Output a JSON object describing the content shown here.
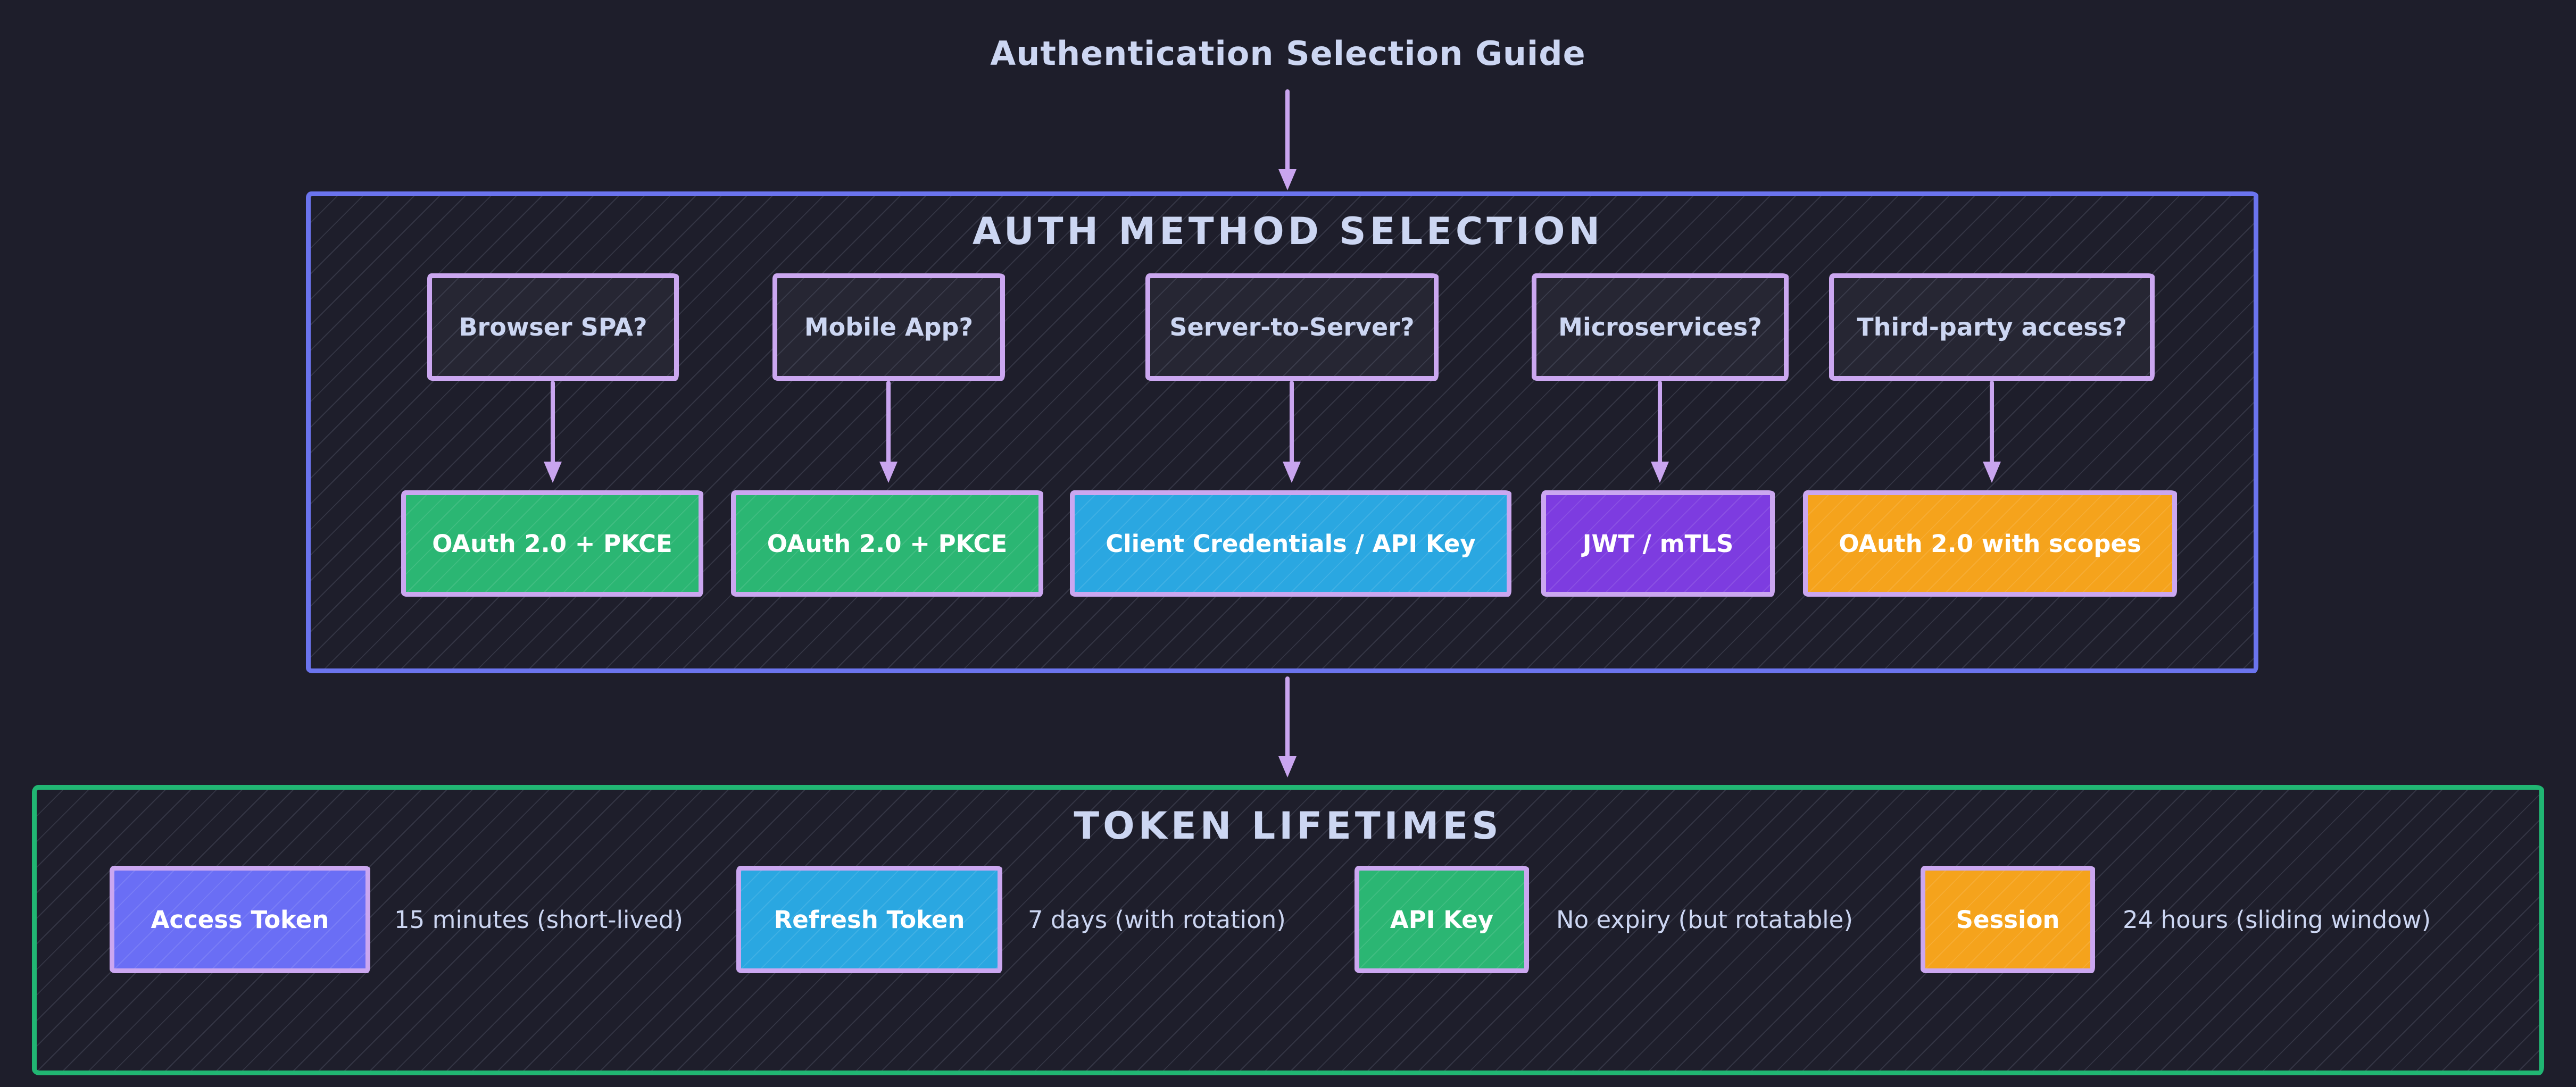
{
  "title": "Authentication Selection Guide",
  "colors": {
    "background": "#1e1e2b",
    "text": "#ccd6f2",
    "arrow": "#c9a5ef",
    "auth_box_border": "#6b74ee",
    "node_border": "#cba7f0",
    "question_fill": "#262633",
    "lifetimes_box_border": "#21b673",
    "green": "#2bb673",
    "blue": "#2aa7e1",
    "purple": "#7d3ce0",
    "orange": "#f5a31c",
    "indigo": "#6a6ef5"
  },
  "auth_section": {
    "header": "AUTH METHOD SELECTION",
    "decisions": [
      {
        "question": "Browser SPA?",
        "answer": "OAuth 2.0 + PKCE",
        "color": "#2bb673"
      },
      {
        "question": "Mobile App?",
        "answer": "OAuth 2.0 + PKCE",
        "color": "#2bb673"
      },
      {
        "question": "Server-to-Server?",
        "answer": "Client Credentials / API Key",
        "color": "#2aa7e1"
      },
      {
        "question": "Microservices?",
        "answer": "JWT / mTLS",
        "color": "#7d3ce0"
      },
      {
        "question": "Third-party access?",
        "answer": "OAuth 2.0 with scopes",
        "color": "#f5a31c"
      }
    ]
  },
  "lifetimes_section": {
    "header": "TOKEN LIFETIMES",
    "items": [
      {
        "token": "Access Token",
        "color": "#6a6ef5",
        "lifetime": "15 minutes (short-lived)"
      },
      {
        "token": "Refresh Token",
        "color": "#2aa7e1",
        "lifetime": "7 days (with rotation)"
      },
      {
        "token": "API Key",
        "color": "#2bb673",
        "lifetime": "No expiry (but rotatable)"
      },
      {
        "token": "Session",
        "color": "#f5a31c",
        "lifetime": "24 hours (sliding window)"
      }
    ]
  }
}
